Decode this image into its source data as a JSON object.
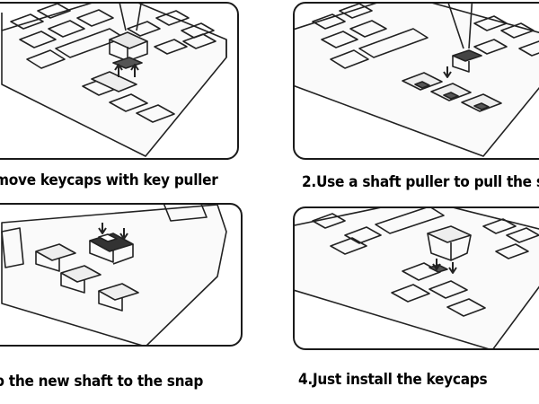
{
  "steps": [
    {
      "caption": "move keycaps with key puller"
    },
    {
      "caption": "2.Use a shaft puller to pull the sh"
    },
    {
      "caption": "p the new shaft to the snap"
    },
    {
      "caption": "4.Just install the keycaps"
    }
  ]
}
